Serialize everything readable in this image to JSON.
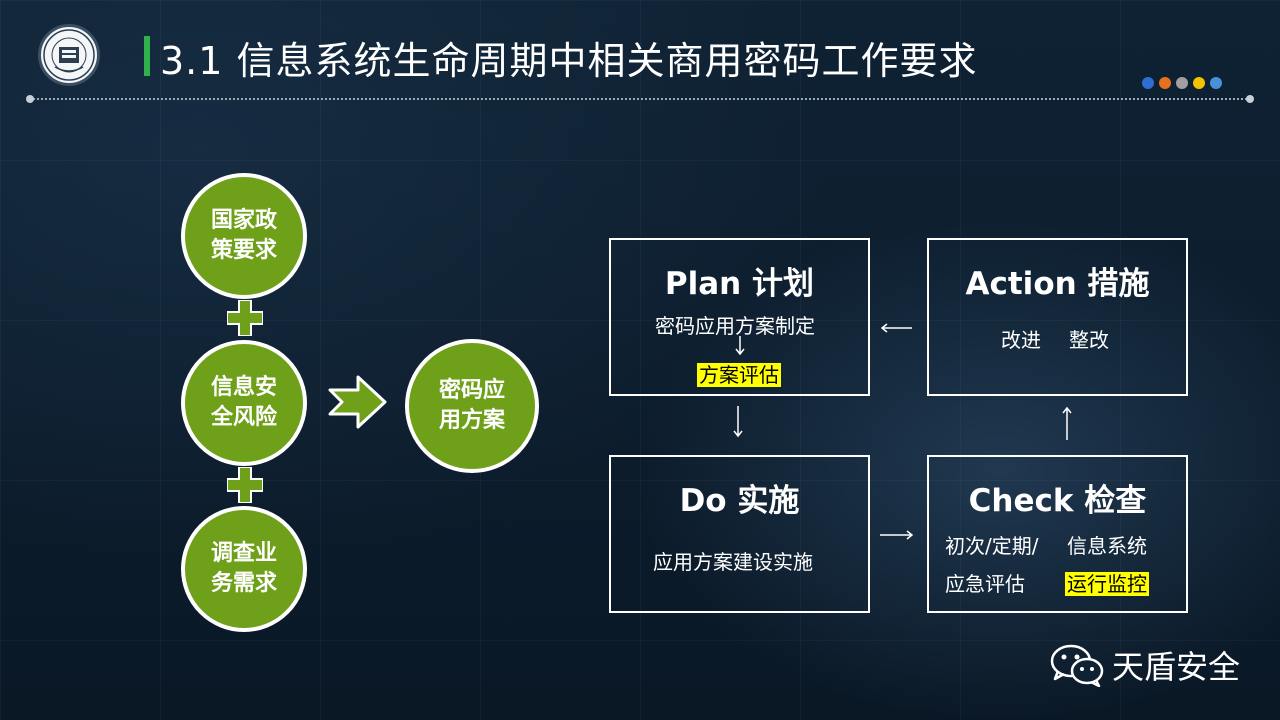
{
  "header": {
    "title": "3.1 信息系统生命周期中相关商用密码工作要求",
    "accent_color": "#2fb24c",
    "dot_colors": [
      "#2e6fd1",
      "#e76f1e",
      "#a0a0a0",
      "#f2c300",
      "#4a90d9"
    ]
  },
  "left_flow": {
    "circles": [
      {
        "label_line1": "国家政",
        "label_line2": "策要求"
      },
      {
        "label_line1": "信息安",
        "label_line2": "全风险"
      },
      {
        "label_line1": "调查业",
        "label_line2": "务需求"
      }
    ],
    "result": {
      "label_line1": "密码应",
      "label_line2": "用方案"
    },
    "circle_color": "#6fa01a"
  },
  "pdca": {
    "plan": {
      "title": "Plan 计划",
      "line1": "密码应用方案制定",
      "line2": "方案评估"
    },
    "do": {
      "title": "Do 实施",
      "line1": "应用方案建设实施"
    },
    "check": {
      "title": "Check 检查",
      "line1a": "初次/定期/",
      "line1b": "信息系统",
      "line2a": "应急评估",
      "line2b": "运行监控"
    },
    "action": {
      "title": "Action 措施",
      "line1a": "改进",
      "line1b": "整改"
    }
  },
  "brand": {
    "name": "天盾安全",
    "icon": "wechat-icon"
  }
}
